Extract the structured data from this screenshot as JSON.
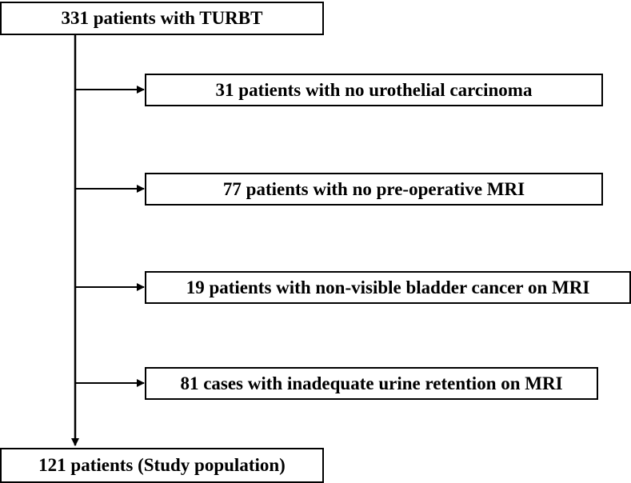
{
  "flowchart": {
    "start": "331 patients with TURBT",
    "exclusions": [
      "31 patients with no urothelial carcinoma",
      "77 patients with no pre-operative MRI",
      "19 patients with non-visible bladder cancer on MRI",
      "81 cases with inadequate urine retention on MRI"
    ],
    "end": "121 patients (Study population)"
  },
  "colors": {
    "line": "#000000",
    "box_border": "#000000",
    "background": "#ffffff"
  }
}
